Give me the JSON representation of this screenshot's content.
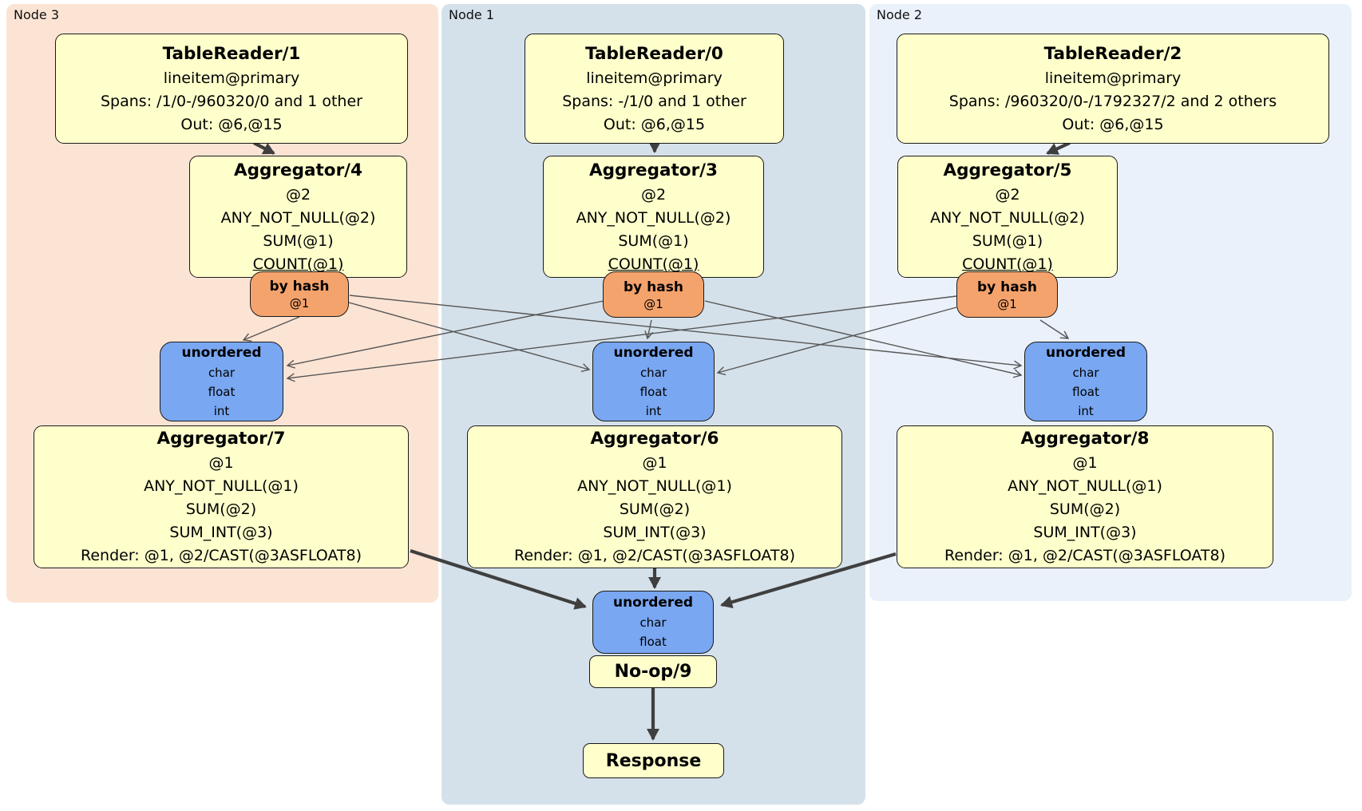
{
  "diagram_title": "distsql-plan",
  "colors": {
    "node3_bg": "#fce4d4",
    "node1_bg": "#d5e1ea",
    "node2_bg": "#eaf1fa",
    "processor_bg": "#ffffcc",
    "router_bg": "#f5a36c",
    "sync_bg": "#79a7f2",
    "edge_thick": "#3f3f3f",
    "edge_thin": "#565656"
  },
  "columns": [
    {
      "region_label": "Node 3",
      "table_reader": {
        "title": "TableReader/1",
        "lines": [
          "lineitem@primary",
          "Spans: /1/0-/960320/0 and 1 other",
          "Out: @6,@15"
        ]
      },
      "aggregator_top": {
        "title": "Aggregator/4",
        "lines": [
          "@2",
          "ANY_NOT_NULL(@2)",
          "SUM(@1)",
          "COUNT(@1)"
        ]
      },
      "router": {
        "title": "by hash",
        "detail": "@1"
      },
      "sync": {
        "title": "unordered",
        "items": [
          "char",
          "float",
          "int"
        ]
      },
      "aggregator_bottom": {
        "title": "Aggregator/7",
        "lines": [
          "@1",
          "ANY_NOT_NULL(@1)",
          "SUM(@2)",
          "SUM_INT(@3)",
          "Render: @1, @2/CAST(@3ASFLOAT8)"
        ]
      }
    },
    {
      "region_label": "Node 1",
      "table_reader": {
        "title": "TableReader/0",
        "lines": [
          "lineitem@primary",
          "Spans: -/1/0 and 1 other",
          "Out: @6,@15"
        ]
      },
      "aggregator_top": {
        "title": "Aggregator/3",
        "lines": [
          "@2",
          "ANY_NOT_NULL(@2)",
          "SUM(@1)",
          "COUNT(@1)"
        ]
      },
      "router": {
        "title": "by hash",
        "detail": "@1"
      },
      "sync": {
        "title": "unordered",
        "items": [
          "char",
          "float",
          "int"
        ]
      },
      "aggregator_bottom": {
        "title": "Aggregator/6",
        "lines": [
          "@1",
          "ANY_NOT_NULL(@1)",
          "SUM(@2)",
          "SUM_INT(@3)",
          "Render: @1, @2/CAST(@3ASFLOAT8)"
        ]
      }
    },
    {
      "region_label": "Node 2",
      "table_reader": {
        "title": "TableReader/2",
        "lines": [
          "lineitem@primary",
          "Spans: /960320/0-/1792327/2 and 2 others",
          "Out: @6,@15"
        ]
      },
      "aggregator_top": {
        "title": "Aggregator/5",
        "lines": [
          "@2",
          "ANY_NOT_NULL(@2)",
          "SUM(@1)",
          "COUNT(@1)"
        ]
      },
      "router": {
        "title": "by hash",
        "detail": "@1"
      },
      "sync": {
        "title": "unordered",
        "items": [
          "char",
          "float",
          "int"
        ]
      },
      "aggregator_bottom": {
        "title": "Aggregator/8",
        "lines": [
          "@1",
          "ANY_NOT_NULL(@1)",
          "SUM(@2)",
          "SUM_INT(@3)",
          "Render: @1, @2/CAST(@3ASFLOAT8)"
        ]
      }
    }
  ],
  "bottom": {
    "sync": {
      "title": "unordered",
      "items": [
        "char",
        "float"
      ]
    },
    "noop_label": "No-op/9",
    "response_label": "Response"
  }
}
